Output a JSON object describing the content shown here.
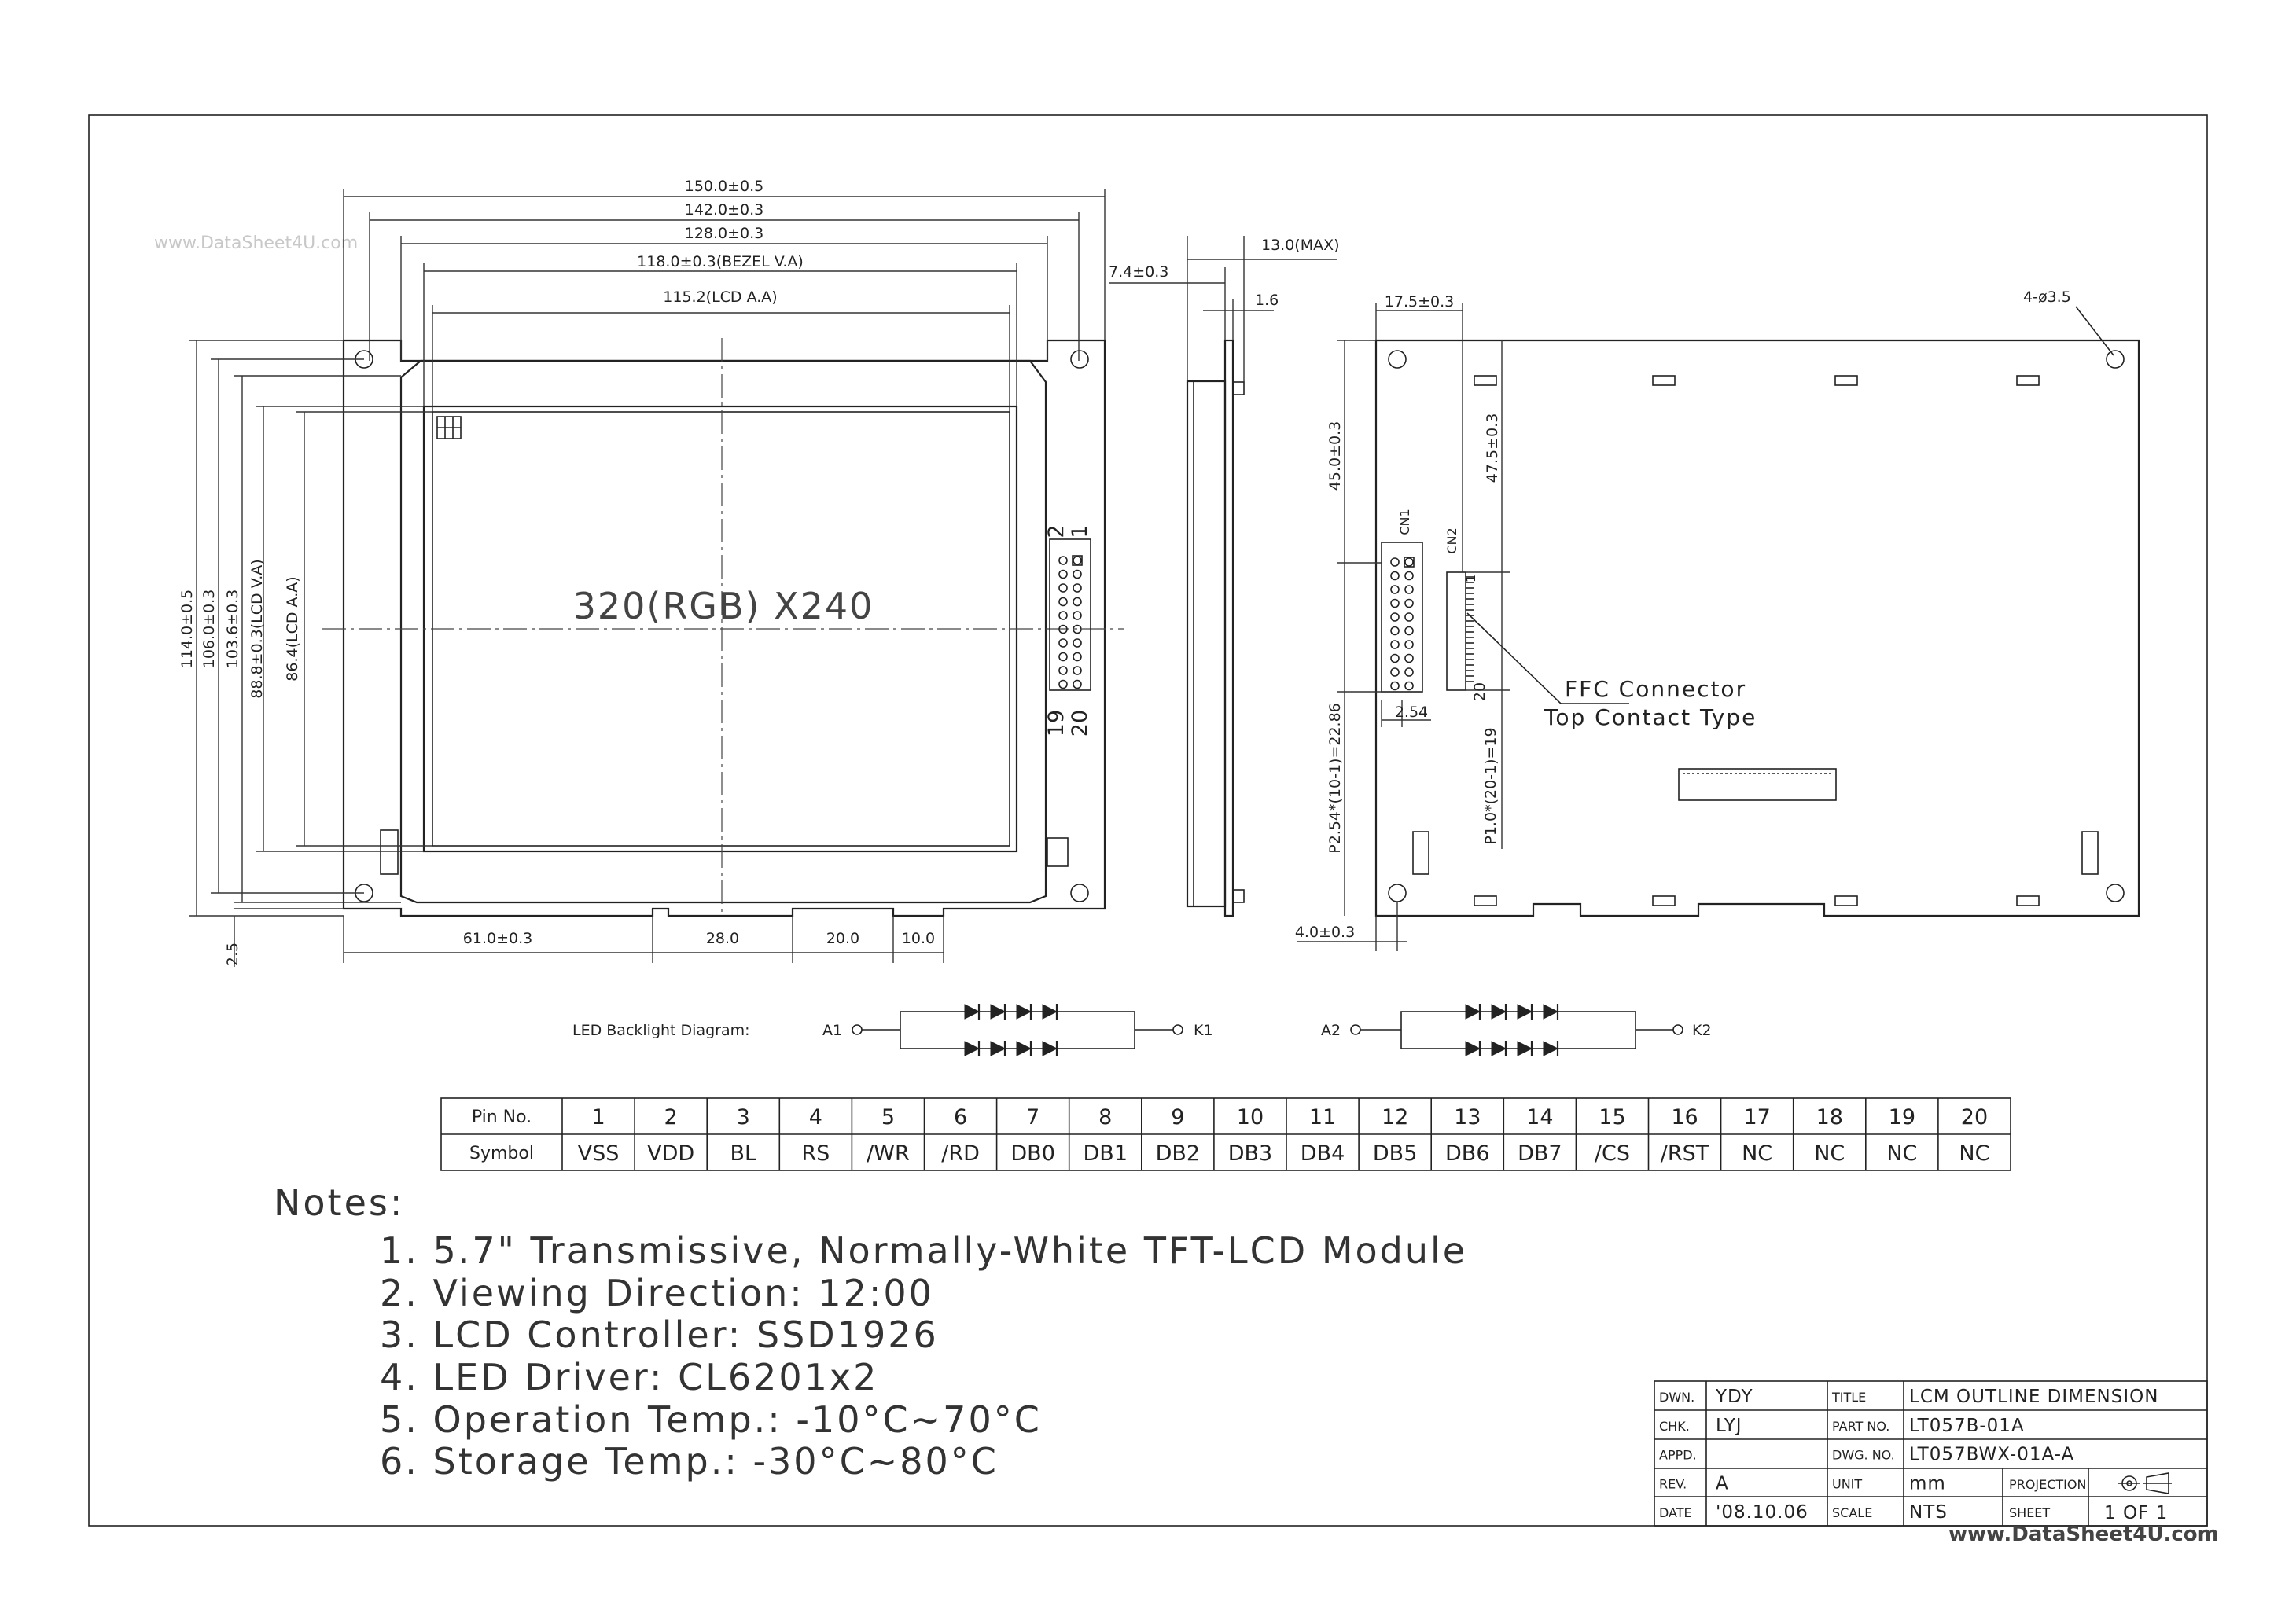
{
  "watermark_top": "www.DataSheet4U.com",
  "watermark_bottom": "www.DataSheet4U.com",
  "front_view": {
    "resolution_label": "320(RGB) X240",
    "rgb_mark": "RGB",
    "dims_top": [
      "150.0±0.5",
      "142.0±0.3",
      "128.0±0.3",
      "118.0±0.3(BEZEL V.A)",
      "115.2(LCD A.A)"
    ],
    "dims_left": [
      "114.0±0.5",
      "106.0±0.3",
      "103.6±0.3",
      "88.8±0.3(LCD V.A)",
      "86.4(LCD A.A)"
    ],
    "dims_bottom": [
      "61.0±0.3",
      "28.0",
      "20.0",
      "10.0"
    ],
    "dim_bottom_left": "2.5",
    "connector_pins": {
      "top_left": "2",
      "top_right": "1",
      "bottom_left": "19",
      "bottom_right": "20"
    }
  },
  "side_view": {
    "dims": [
      "13.0(MAX)",
      "7.4±0.3",
      "1.6"
    ]
  },
  "back_view": {
    "holes_label": "4-ø3.5",
    "dims": [
      "17.5±0.3",
      "45.0±0.3",
      "47.5±0.3",
      "P2.54*(10-1)=22.86",
      "P1.0*(20-1)=19",
      "2.54",
      "4.0±0.3"
    ],
    "cn1_label": "CN1",
    "cn2_label": "CN2",
    "cn2_pin_first": "1",
    "cn2_pin_last": "20",
    "ffc_line1": "FFC Connector",
    "ffc_line2": "Top Contact Type"
  },
  "led_diagram": {
    "title": "LED Backlight Diagram:",
    "left_anode": "A1",
    "left_cathode": "K1",
    "right_anode": "A2",
    "right_cathode": "K2"
  },
  "pin_table": {
    "header_label": "Pin No.",
    "symbol_label": "Symbol",
    "pins": [
      "1",
      "2",
      "3",
      "4",
      "5",
      "6",
      "7",
      "8",
      "9",
      "10",
      "11",
      "12",
      "13",
      "14",
      "15",
      "16",
      "17",
      "18",
      "19",
      "20"
    ],
    "symbols": [
      "VSS",
      "VDD",
      "BL",
      "RS",
      "/WR",
      "/RD",
      "DB0",
      "DB1",
      "DB2",
      "DB3",
      "DB4",
      "DB5",
      "DB6",
      "DB7",
      "/CS",
      "/RST",
      "NC",
      "NC",
      "NC",
      "NC"
    ]
  },
  "notes": {
    "title": "Notes:",
    "items": [
      "1. 5.7\" Transmissive, Normally-White TFT-LCD Module",
      "2. Viewing Direction: 12:00",
      "3. LCD Controller: SSD1926",
      "4. LED Driver: CL6201x2",
      "5. Operation Temp.: -10°C~70°C",
      "6. Storage Temp.: -30°C~80°C"
    ]
  },
  "title_block": {
    "rows": [
      {
        "k1": "DWN.",
        "v1": "YDY",
        "k2": "TITLE",
        "v2": "LCM OUTLINE DIMENSION"
      },
      {
        "k1": "CHK.",
        "v1": "LYJ",
        "k2": "PART NO.",
        "v2": "LT057B-01A"
      },
      {
        "k1": "APPD.",
        "v1": "",
        "k2": "DWG. NO.",
        "v2": "LT057BWX-01A-A"
      },
      {
        "k1": "REV.",
        "v1": "A",
        "k2": "UNIT",
        "v2": "mm"
      },
      {
        "k1": "DATE",
        "v1": "'08.10.06",
        "k2": "SCALE",
        "v2": "NTS"
      }
    ],
    "projection_label": "PROJECTION",
    "sheet_label": "SHEET",
    "sheet_value": "1 OF 1"
  }
}
